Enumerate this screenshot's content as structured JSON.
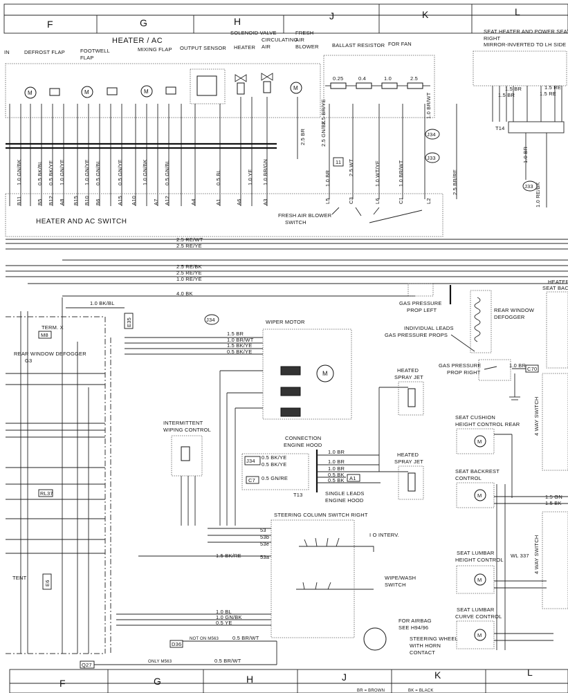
{
  "grid": {
    "top": [
      "F",
      "G",
      "H",
      "J",
      "K",
      "L"
    ],
    "bottom": [
      "F",
      "G",
      "H",
      "J",
      "K",
      "L"
    ]
  },
  "header": {
    "heater_ac": "HEATER / AC",
    "solenoid_valve": "SOLENOID VALVE",
    "fresh_air_l1": "FRESH",
    "fresh_air_l2": "AIR",
    "fresh_air_l3": "BLOWER",
    "circulating_l1": "CIRCULATING",
    "circulating_l2": "AIR",
    "seat_heater_l1": "SEAT HEATER AND POWER SEAT",
    "seat_heater_l2": "RIGHT",
    "seat_heater_l3": "MIRROR-INVERTED TO LH SIDE",
    "sub": [
      {
        "id": "in",
        "text": "IN"
      },
      {
        "id": "defrost",
        "text": "DEFROST FLAP"
      },
      {
        "id": "footwell1",
        "text": "FOOTWELL"
      },
      {
        "id": "footwell2",
        "text": "FLAP"
      },
      {
        "id": "mixing",
        "text": "MIXING FLAP"
      },
      {
        "id": "output",
        "text": "OUTPUT SENSOR"
      },
      {
        "id": "heater",
        "text": "HEATER"
      },
      {
        "id": "ballast",
        "text": "BALLAST RESISTOR"
      },
      {
        "id": "forfan",
        "text": "FOR FAN"
      }
    ]
  },
  "resistors": [
    "0.25",
    "0.4",
    "1.0",
    "2.5"
  ],
  "labels": {
    "heater_ac_switch": "HEATER AND AC SWITCH",
    "fresh_blower_switch_1": "FRESH AIR BLOWER",
    "fresh_blower_switch_2": "SWITCH",
    "wiper_motor": "WIPER MOTOR",
    "gas_left_1": "GAS PRESSURE",
    "gas_left_2": "PROP LEFT",
    "rear_window_defogger_1": "REAR WINDOW",
    "rear_window_defogger_2": "DEFOGGER",
    "individual_leads_1": "INDIVIDUAL LEADS",
    "individual_leads_2": "GAS PRESSURE PROPS",
    "gas_right_1": "GAS PRESSURE",
    "gas_right_2": "PROP RIGHT",
    "heated_jet_1": "HEATED",
    "heated_jet_2": "SPRAY JET",
    "heated_jet2_1": "HEATED",
    "heated_jet2_2": "SPRAY JET",
    "intermittent_1": "INTERMITTENT",
    "intermittent_2": "WIPING CONTROL",
    "connection_1": "CONNECTION",
    "connection_2": "ENGINE HOOD",
    "single_leads_1": "SINGLE LEADS",
    "single_leads_2": "ENGINE HOOD",
    "steering_switch": "STEERING COLUMN SWITCH RIGHT",
    "interv": "I O INTERV.",
    "wipe_wash_1": "WIPE/WASH",
    "wipe_wash_2": "SWITCH",
    "airbag_1": "FOR AIRBAG",
    "airbag_2": "SEE H94/96",
    "steering_wheel_1": "STEERING WHEEL",
    "steering_wheel_2": "WITH HORN",
    "steering_wheel_3": "CONTACT",
    "term_x": "TERM. X",
    "rear_defogger_g3_1": "REAR WINDOW DEFOGGER",
    "rear_defogger_g3_2": "G3",
    "heater_seat_1": "HEATER",
    "heater_seat_2": "SEAT BAC",
    "seat_cushion_1": "SEAT CUSHION",
    "seat_cushion_2": "HEIGHT CONTROL REAR",
    "seat_backrest_1": "SEAT BACKREST",
    "seat_backrest_2": "CONTROL",
    "seat_lumbar_h_1": "SEAT LUMBAR",
    "seat_lumbar_h_2": "HEIGHT CONTROL",
    "seat_lumbar_c_1": "SEAT LUMBAR",
    "seat_lumbar_c_2": "CURVE CONTROL",
    "four_way_1": "4 WAY SWITCH",
    "four_way_2": "4 WAY SWITCH",
    "wl337": "WL 337",
    "tent": "TENT",
    "t13": "T13",
    "t14": "T14",
    "not_m563": "NOT ON M563",
    "only_m563": "ONLY M563",
    "legend_1": "BR = BROWN",
    "legend_2": "BK = BLACK"
  },
  "tags": {
    "j34": "J34",
    "j33": "J33",
    "j34b": "J34",
    "j33b": "J33",
    "j34c": "J34",
    "n11": "11",
    "m8": "M8",
    "e35": "E35",
    "c70": "C70",
    "c7": "C7",
    "a1": "A1",
    "rl37": "RL37",
    "e6": "E6",
    "d36": "D36",
    "q27": "Q27"
  },
  "wires": {
    "w1": "2.5 RE/WT",
    "w2": "2.5 RE/YE",
    "w3": "2.5 RE/BK",
    "w4": "2.5 RE/YE",
    "w5": "1.0 RE/YE",
    "w6": "4.0 BK",
    "w7": "1.0 BK/BL",
    "wm1": "1.5 BR",
    "wm2": "1.0 BR/WT",
    "wm3": "1.5 BK/YE",
    "wm4": "0.5 BK/YE",
    "c1": "0.5 BK/YE",
    "c2": "0.5 BK/YE",
    "c3": "0.5 GN/RE",
    "h1": "1.0 BR",
    "h2": "1.0 BR",
    "h3": "1.0 BR",
    "h4": "0.5 BK",
    "h5": "0.5 BK",
    "s53": "53",
    "s53b": "53b",
    "s53e": "53e",
    "s53a": "53a",
    "sr1": "1.0 BL",
    "sr2": "1.0 GN/BK",
    "sr3": "0.5 YE",
    "sr4": "0.5 BR/WT",
    "sr5": "1.5 BK/RE",
    "gr1": "1.0 BR",
    "bl1": "1.5 GN",
    "bl2": "1.5 BK",
    "only1": "0.5 BR/WT",
    "d1": "1.0 GN/BK",
    "d2": "0.5 BK/BL",
    "d3": "0.5 BK/YE",
    "d4": "1.0 GN/YE",
    "d5": "1.0 GN/YE",
    "d6": "0.5 GN/BL",
    "d7": "0.5 GN/YE",
    "d8": "1.0 GN/BK",
    "d9": "0.5 GN/BL",
    "d10": "0.5 BL",
    "d11": "1.0 YE",
    "d12": "1.0 BR/GN",
    "fb1": "1.0 BR",
    "fb2": "2.5 WT",
    "fb3": "1.0 WT/YE",
    "fb4": "1.0 BR/WT",
    "fb5": "2.5 BR/RE",
    "fb6": "2.5 BR",
    "fb7": "2.5 GN/BK",
    "fb8": "1.0 BR/WT",
    "fb9": "2.5 BR/YE",
    "seat1": "1.5 BR",
    "seat2": "1.5 BR",
    "seat3": "1.5 RE",
    "seat4": "1.5 RE",
    "seat5": "1.0 BR",
    "seat6": "1.0 RE/BK"
  },
  "pins": [
    "B11",
    "B5",
    "B12",
    "A8",
    "B15",
    "B10",
    "B6",
    "A15",
    "A10",
    "A7",
    "A12",
    "A4",
    "A1",
    "A6",
    "A3",
    "L5",
    "C3",
    "L6",
    "C1",
    "L2"
  ]
}
